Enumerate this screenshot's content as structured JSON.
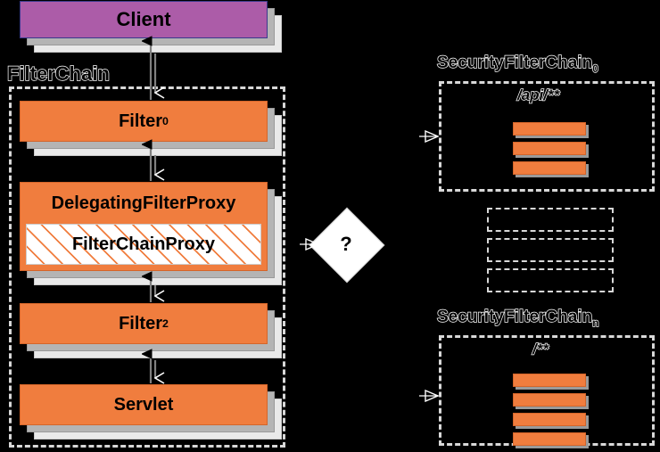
{
  "diagram": {
    "title": "Spring Security FilterChain delegation",
    "colors": {
      "background": "#000000",
      "client_fill": "#ac5ca8",
      "client_border": "#3a3a8c",
      "filter_fill": "#f07d3e",
      "filter_border": "#d4652a",
      "dashed_border": "#d8d8d8",
      "shadow_light": "#e9e9e9",
      "shadow_dark": "#b4b4b4",
      "hatch_stripe": "#f07d3e",
      "hatch_background": "#ffffff"
    }
  },
  "left_column": {
    "client": {
      "label": "Client"
    },
    "container": {
      "label": "FilterChain"
    },
    "nodes": [
      {
        "label": "Filter",
        "subscript": "0"
      },
      {
        "label": "DelegatingFilterProxy",
        "inner_label": "FilterChainProxy"
      },
      {
        "label": "Filter",
        "subscript": "2"
      },
      {
        "label": "Servlet"
      }
    ]
  },
  "decision": {
    "label": "?"
  },
  "right_column": {
    "chains": [
      {
        "title": "SecurityFilterChain",
        "subscript": "0",
        "pattern": "/api/**",
        "filter_count": 3
      },
      {
        "title": "SecurityFilterChain",
        "subscript": "n",
        "pattern": "/**",
        "filter_count": 4
      }
    ],
    "ellipsis_placeholders": 3
  }
}
